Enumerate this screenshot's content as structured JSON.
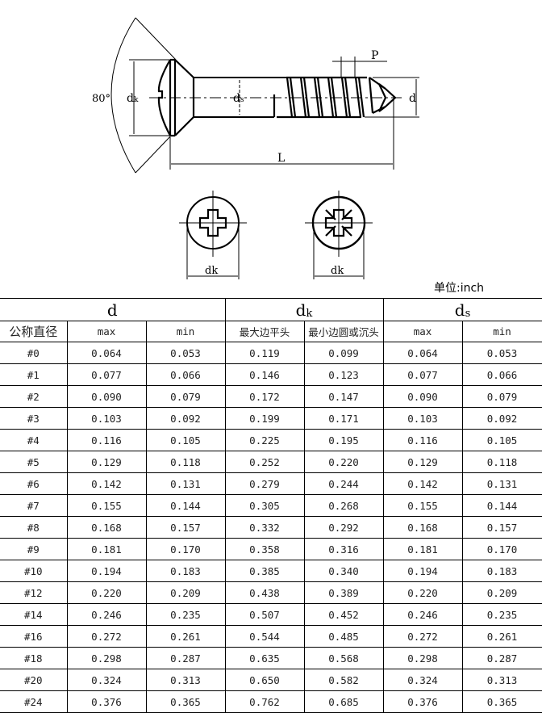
{
  "drawing": {
    "angle_label": "80°",
    "head_diameter_label": "d",
    "head_diameter_sub": "k",
    "shank_diameter_label": "d",
    "shank_diameter_sub": "s",
    "thread_diameter_label": "d",
    "pitch_label": "P",
    "length_label": "L",
    "recess_view_1_label": "dk",
    "recess_view_2_label": "dk"
  },
  "unit_label": "单位:inch",
  "table": {
    "groups": [
      {
        "label": "d",
        "sub": ""
      },
      {
        "label": "d",
        "sub": "k"
      },
      {
        "label": "d",
        "sub": "s"
      }
    ],
    "subheaders": [
      "公称直径",
      "max",
      "min",
      "最大边平头",
      "最小边圆或沉头",
      "max",
      "min"
    ],
    "rows": [
      [
        "#0",
        "0.064",
        "0.053",
        "0.119",
        "0.099",
        "0.064",
        "0.053"
      ],
      [
        "#1",
        "0.077",
        "0.066",
        "0.146",
        "0.123",
        "0.077",
        "0.066"
      ],
      [
        "#2",
        "0.090",
        "0.079",
        "0.172",
        "0.147",
        "0.090",
        "0.079"
      ],
      [
        "#3",
        "0.103",
        "0.092",
        "0.199",
        "0.171",
        "0.103",
        "0.092"
      ],
      [
        "#4",
        "0.116",
        "0.105",
        "0.225",
        "0.195",
        "0.116",
        "0.105"
      ],
      [
        "#5",
        "0.129",
        "0.118",
        "0.252",
        "0.220",
        "0.129",
        "0.118"
      ],
      [
        "#6",
        "0.142",
        "0.131",
        "0.279",
        "0.244",
        "0.142",
        "0.131"
      ],
      [
        "#7",
        "0.155",
        "0.144",
        "0.305",
        "0.268",
        "0.155",
        "0.144"
      ],
      [
        "#8",
        "0.168",
        "0.157",
        "0.332",
        "0.292",
        "0.168",
        "0.157"
      ],
      [
        "#9",
        "0.181",
        "0.170",
        "0.358",
        "0.316",
        "0.181",
        "0.170"
      ],
      [
        "#10",
        "0.194",
        "0.183",
        "0.385",
        "0.340",
        "0.194",
        "0.183"
      ],
      [
        "#12",
        "0.220",
        "0.209",
        "0.438",
        "0.389",
        "0.220",
        "0.209"
      ],
      [
        "#14",
        "0.246",
        "0.235",
        "0.507",
        "0.452",
        "0.246",
        "0.235"
      ],
      [
        "#16",
        "0.272",
        "0.261",
        "0.544",
        "0.485",
        "0.272",
        "0.261"
      ],
      [
        "#18",
        "0.298",
        "0.287",
        "0.635",
        "0.568",
        "0.298",
        "0.287"
      ],
      [
        "#20",
        "0.324",
        "0.313",
        "0.650",
        "0.582",
        "0.324",
        "0.313"
      ],
      [
        "#24",
        "0.376",
        "0.365",
        "0.762",
        "0.685",
        "0.376",
        "0.365"
      ]
    ]
  }
}
